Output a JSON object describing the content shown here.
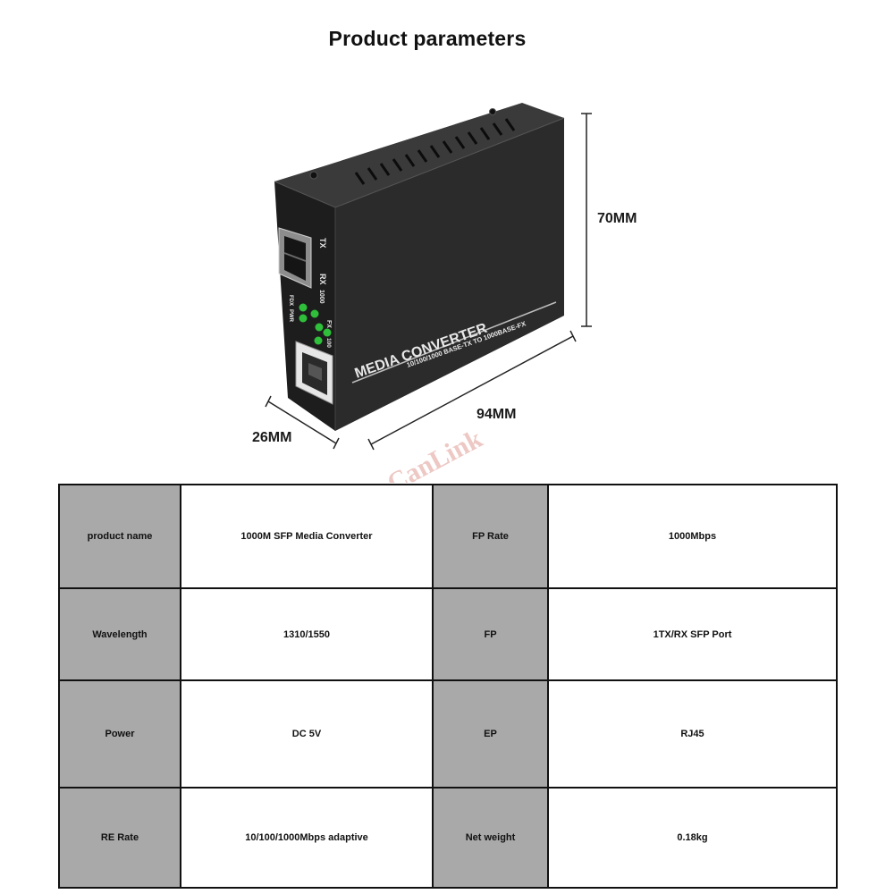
{
  "page": {
    "title": "Product parameters"
  },
  "product_image": {
    "device_label": "MEDIA CONVERTER",
    "device_sublabel": "10/100/1000 BASE-TX TO 1000BASE-FX",
    "port_labels": {
      "tx": "TX",
      "rx": "RX",
      "speed": "1000",
      "fx": "FX",
      "link": "100",
      "fdx": "FDX",
      "pwr": "PWR"
    },
    "watermark": "CanLink",
    "dimensions": {
      "height": "70MM",
      "length": "94MM",
      "width": "26MM"
    }
  },
  "specs": {
    "rows": [
      {
        "key1": "product name",
        "val1": "1000M SFP Media Converter",
        "key2": "FP Rate",
        "val2": "1000Mbps"
      },
      {
        "key1": "Wavelength",
        "val1": "1310/1550",
        "key2": "FP",
        "val2": "1TX/RX SFP Port"
      },
      {
        "key1": "Power",
        "val1": "DC 5V",
        "key2": "EP",
        "val2": "RJ45"
      },
      {
        "key1": "RE Rate",
        "val1": "10/100/1000Mbps adaptive",
        "key2": "Net weight",
        "val2": "0.18kg"
      }
    ]
  },
  "colors": {
    "key_cell_bg": "#a9a9a9",
    "device_body": "#2b2b2b",
    "led_green": "#2fbf3a",
    "watermark_red": "#c0392b"
  }
}
